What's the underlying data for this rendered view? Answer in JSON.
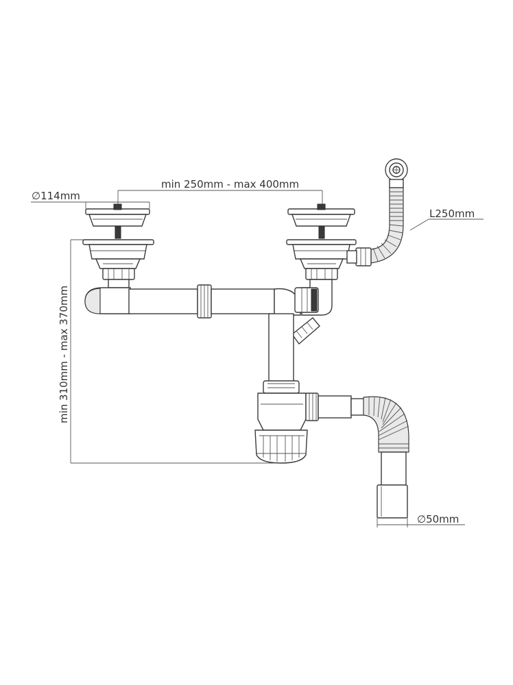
{
  "dimensions": {
    "strainer_diameter": "∅114mm",
    "spacing": "min 250mm - max 400mm",
    "overflow_length": "L250mm",
    "height_range": "min 310mm - max 370mm",
    "outlet_diameter": "∅50mm"
  },
  "colors": {
    "stroke": "#3a3a3a",
    "fill": "#ffffff",
    "shade": "#e9e9e9"
  }
}
